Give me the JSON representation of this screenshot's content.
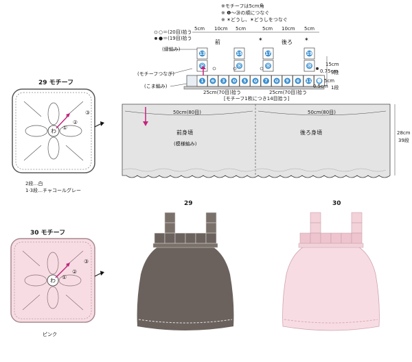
{
  "notes": {
    "line1": "※モチーフは5cm角",
    "line2": "※ ❶〜⑳の順につなぐ",
    "line3": "※ ✶どうし、✶どうしをつなぐ"
  },
  "schematic": {
    "pickup_20": "○＝(20目)拾う",
    "pickup_19": "●＝(19目)拾う",
    "dim_5cm": "5cm",
    "dim_10cm": "10cm",
    "front": "前",
    "back": "後ろ",
    "edge_label": "(縁編み)",
    "join_label": "(モチーフつなぎ)",
    "shell_label": "(こま編み)",
    "dim_15cm": "15cm",
    "rows_3": "3段",
    "dim_075": "0.75cm",
    "dim_5cm_b": "5cm",
    "rows_1": "1段",
    "dim_05": "0.5cm",
    "pick_left": "25cm(70目)拾う",
    "pick_right": "25cm(70目)拾う",
    "pick_bracket": "[モチーフ1枚につき14目拾う]",
    "motif_numbers": [
      "13",
      "⑭",
      "15",
      "⑯",
      "17",
      "⑱",
      "19",
      "⑳",
      "1",
      "❷",
      "3",
      "❹",
      "5",
      "❻",
      "7",
      "❽",
      "9",
      "❿",
      "11",
      "⓬"
    ]
  },
  "skirt": {
    "left_width": "50cm(80目)",
    "right_width": "50cm(80目)",
    "front_body": "前身頃",
    "pattern": "(模様編み)",
    "back_body": "後ろ身頃",
    "height": "28cm",
    "height_rows": "39段"
  },
  "motif29": {
    "title": "29 モチーフ",
    "center": "わ",
    "step1": "①",
    "step2": "②",
    "step3": "③",
    "legend1": "2段…白",
    "legend2": "1·3段…チャコールグレー"
  },
  "motif30": {
    "title": "30 モチーフ",
    "center": "わ",
    "step1": "①",
    "step2": "②",
    "step3": "③",
    "legend1": "ピンク"
  },
  "dress29": {
    "label": "29"
  },
  "dress30": {
    "label": "30"
  },
  "colors": {
    "charcoal": "#6b625d",
    "pink_light": "#f7dde3",
    "pink_mid": "#e9b5c2",
    "blue": "#3a8fd0",
    "magenta": "#c4237c",
    "panel_gray": "#e4e4e4"
  }
}
